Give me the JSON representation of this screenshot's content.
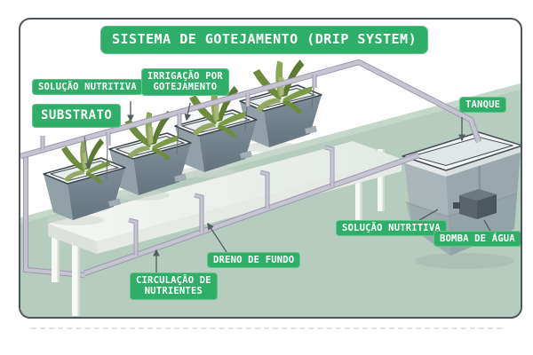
{
  "title": "SISTEMA DE GOTEJAMENTO (DRIP SYSTEM)",
  "labels": {
    "solucao_nutritiva_top": "SOLUÇÃO NUTRITIVA",
    "irrigacao_por": "IRRIGAÇÃO POR",
    "gotejamento": "GOTEJAMENTO",
    "substrato": "SUBSTRATO",
    "tanque": "TANQUE",
    "solucao_nutritiva_bottom": "SOLUÇÃO NUTRITIVA",
    "bomba_de_agua": "BOMBA DE ÁGUA",
    "dreno_de_fundo": "DRENO DE FUNDO",
    "circulacao_de": "CIRCULAÇÃO DE",
    "nutrientes": "NUTRIENTES"
  },
  "scene": {
    "pot_count": 4,
    "components": [
      "grow pots with plants",
      "bench",
      "drip irrigation line",
      "bottom drain line",
      "nutrient tank",
      "water pump"
    ]
  },
  "colors": {
    "badge_green": "#2fae67",
    "floor_green": "#b5ccbf",
    "pipe_lavender": "#c3c1ce",
    "pot_gray": "#7b8a94",
    "plant_green": "#7d9a47",
    "frame_border": "#4e555a"
  }
}
